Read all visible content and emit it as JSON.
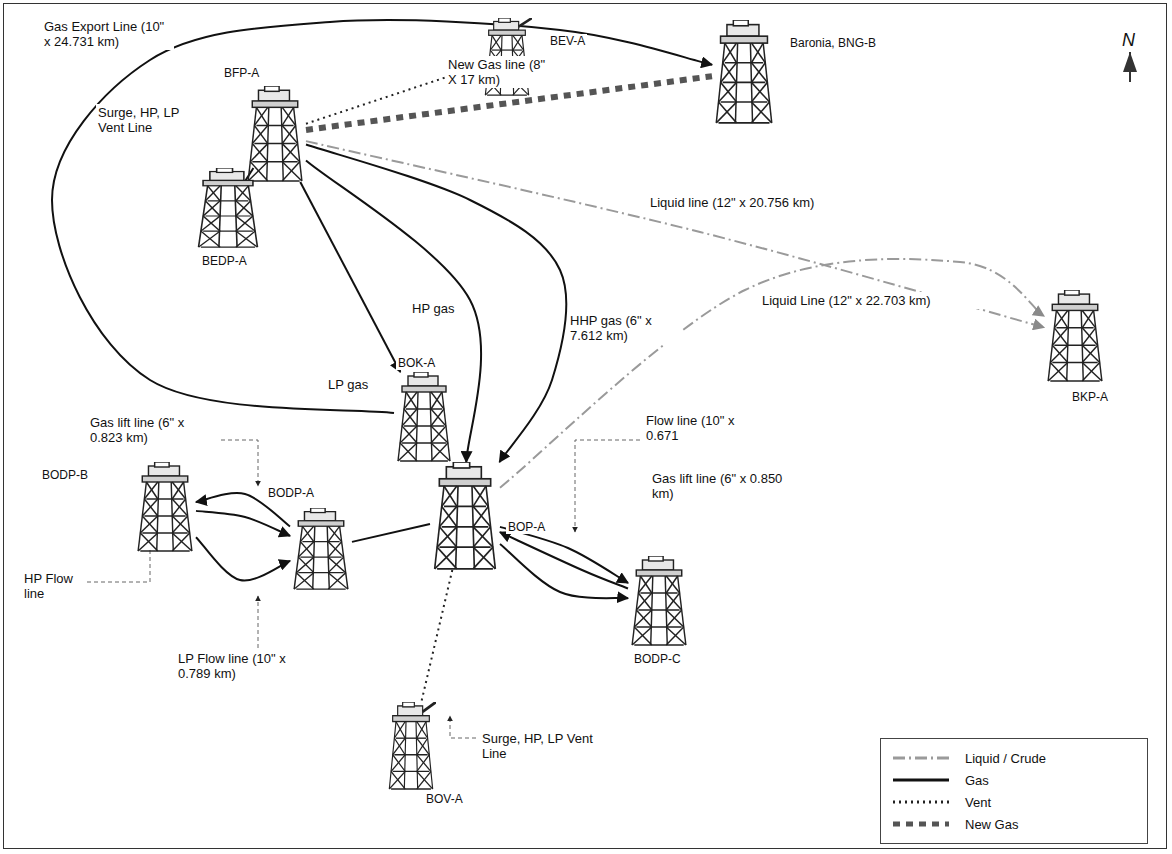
{
  "diagram": {
    "nodes": [
      {
        "text": [
          "BEV-A"
        ]
      },
      {
        "text": [
          "Baronia, BNG-B"
        ]
      },
      {
        "text": [
          "BFP-A"
        ]
      },
      {
        "text": [
          "BEDP-A"
        ]
      },
      {
        "text": [
          "BKP-A"
        ]
      },
      {
        "text": [
          "BOK-A"
        ]
      },
      {
        "text": [
          "BODP-B"
        ]
      },
      {
        "text": [
          "BODP-A"
        ]
      },
      {
        "text": [
          "BOP-A"
        ]
      },
      {
        "text": [
          "BODP-C"
        ]
      },
      {
        "text": [
          "BOV-A"
        ]
      }
    ],
    "edges": [
      {
        "from": 5,
        "to": 1,
        "arrow": "to",
        "label": "Gas Export Line (10\" x 24.731 km)"
      },
      {
        "from": 2,
        "to": 3,
        "arrow": "none",
        "label": "Surge, HP, LP Vent Line"
      },
      {
        "from": 2,
        "to": 0,
        "arrow": "none"
      },
      {
        "from": 2,
        "to": 1,
        "arrow": "none",
        "label": "New Gas line (8\" X 17 km)"
      },
      {
        "from": 2,
        "to": 4,
        "arrow": "to",
        "label": "Liquid line (12\" x 20.756 km)"
      },
      {
        "from": 2,
        "to": 5,
        "arrow": "to",
        "label": "LP gas"
      },
      {
        "from": 2,
        "to": 8,
        "arrow": "to",
        "label": "HP gas"
      },
      {
        "from": 2,
        "to": 8,
        "arrow": "to",
        "label": "HHP gas (6\" x 7.612 km)"
      },
      {
        "from": 8,
        "to": 4,
        "arrow": "to",
        "label": "Liquid Line (12\" x 22.703 km)"
      },
      {
        "from": 5,
        "to": 8,
        "arrow": "none"
      },
      {
        "from": 8,
        "to": 7,
        "arrow": "none"
      },
      {
        "from": 8,
        "to": 10,
        "arrow": "none",
        "label": "Surge, HP, LP Vent Line"
      },
      {
        "from": 7,
        "to": 6,
        "arrow": "to",
        "label": "Gas lift line (6\" x 0.823 km)"
      },
      {
        "from": 6,
        "to": 7,
        "arrow": "to",
        "label": "HP Flow line"
      },
      {
        "from": 6,
        "to": 7,
        "arrow": "to",
        "label": "LP Flow line (10\" x 0.789 km)"
      },
      {
        "from": 8,
        "to": 9,
        "arrow": "to",
        "label": "Gas lift line (6\" x 0.850 km)"
      },
      {
        "from": 9,
        "to": 8,
        "arrow": "to",
        "label": "Flow line (10\" x 0.671"
      },
      {
        "from": 8,
        "to": 9,
        "arrow": "to"
      }
    ],
    "labels": [
      "N"
    ],
    "legend": [
      {
        "text": "Liquid / Crude"
      },
      {
        "text": "Gas"
      },
      {
        "text": "Vent"
      },
      {
        "text": "New Gas"
      }
    ]
  }
}
